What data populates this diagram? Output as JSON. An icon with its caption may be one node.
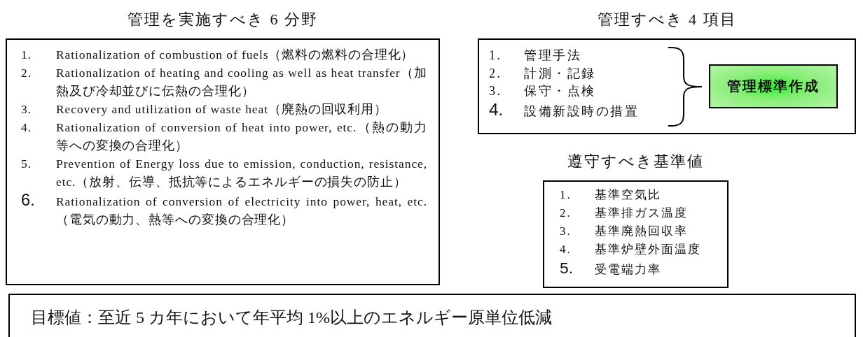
{
  "diagram": {
    "nodes": [
      {
        "text": [
          "管理を実施すべき 6 分野",
          "1.",
          "Rationalization of combustion of fuels（燃料の燃料の合理化）",
          "2.",
          "Rationalization of heating and cooling as well as heat transfer（加熱及び冷却並びに伝熱の合理化）",
          "3.",
          "Recovery and utilization of waste heat（廃熱の回収利用）",
          "4.",
          "Rationalization of conversion of heat into power, etc.（熱の動力等への変換の合理化）",
          "5.",
          "Prevention of Energy loss due to emission, conduction, resistance, etc.（放射、伝導、抵抗等によるエネルギーの損失の防止）",
          "6.",
          "Rationalization of conversion of electricity into power, heat, etc.（電気の動力、熱等への変換の合理化）"
        ]
      },
      {
        "text": [
          "管理すべき 4 項目",
          "1.",
          "管理手法",
          "2.",
          "計測・記録",
          "3.",
          "保守・点検",
          "4.",
          "設備新設時の措置"
        ]
      },
      {
        "text": [
          "管理標準作成"
        ],
        "in": 1
      },
      {
        "text": [
          "遵守すべき基準値",
          "1.",
          "基準空気比",
          "2.",
          "基準排ガス温度",
          "3.",
          "基準廃熱回収率",
          "4.",
          "基準炉壁外面温度",
          "5.",
          "受電端力率"
        ]
      },
      {
        "text": [
          "目標値：至近 5 カ年において年平均 1%以上のエネルギー原単位低減"
        ]
      }
    ]
  }
}
